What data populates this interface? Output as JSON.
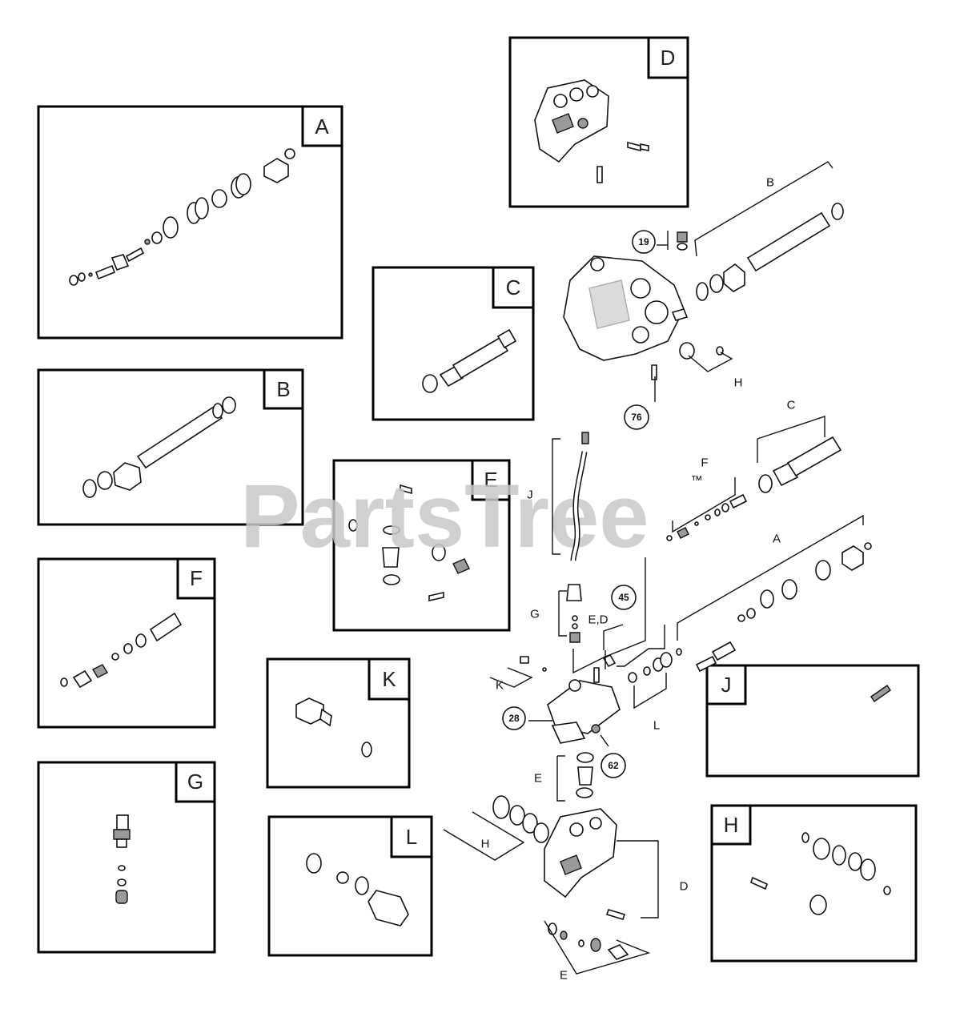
{
  "watermark": "PartsTree",
  "watermark_tm": "™",
  "panels": [
    {
      "id": "A",
      "label": "A"
    },
    {
      "id": "B",
      "label": "B"
    },
    {
      "id": "C",
      "label": "C"
    },
    {
      "id": "D",
      "label": "D"
    },
    {
      "id": "E",
      "label": "E"
    },
    {
      "id": "F",
      "label": "F"
    },
    {
      "id": "G",
      "label": "G"
    },
    {
      "id": "H",
      "label": "H"
    },
    {
      "id": "J",
      "label": "J"
    },
    {
      "id": "K",
      "label": "K"
    },
    {
      "id": "L",
      "label": "L"
    }
  ],
  "callouts": {
    "letters": [
      "B",
      "C",
      "F",
      "A",
      "J",
      "G",
      "E,D",
      "K",
      "L",
      "E",
      "H",
      "D",
      "E",
      "H"
    ],
    "numbers": [
      "19",
      "76",
      "45",
      "28",
      "62"
    ]
  }
}
